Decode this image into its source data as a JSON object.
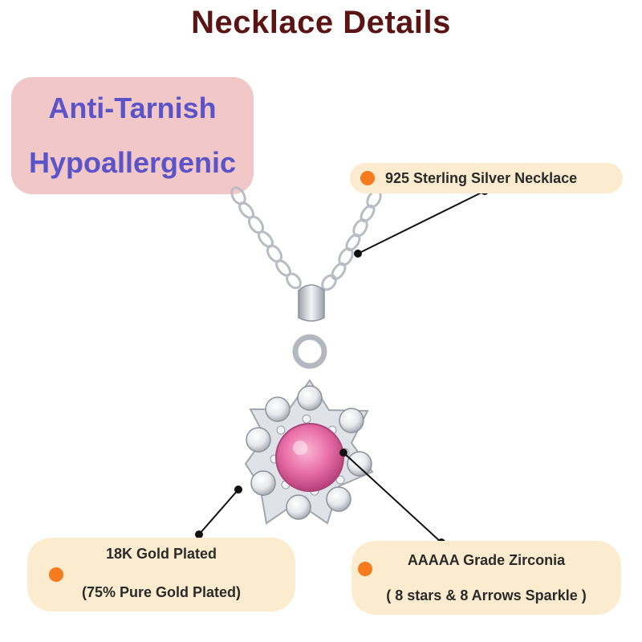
{
  "header": {
    "title": "Necklace Details"
  },
  "badge": {
    "line1": "Anti-Tarnish",
    "line2": "Hypoallergenic"
  },
  "callouts": {
    "chain": {
      "text": "925 Sterling Silver Necklace"
    },
    "plating": {
      "line1": "18K Gold Plated",
      "line2": "(75% Pure Gold Plated)"
    },
    "stone": {
      "line1": "AAAAA Grade Zirconia",
      "line2": "( 8 stars & 8 Arrows Sparkle )"
    }
  },
  "colors": {
    "title": "#5a1414",
    "badge_bg": "#f2c7c8",
    "badge_text": "#5a54c8",
    "pill_bg": "#fbeccf",
    "bullet": "#f57b1e",
    "center_stone": "#e96fa8",
    "silver": "#c9ccd1"
  },
  "image": {
    "subject": "silver-pendant-necklace-with-pink-center-stone"
  }
}
